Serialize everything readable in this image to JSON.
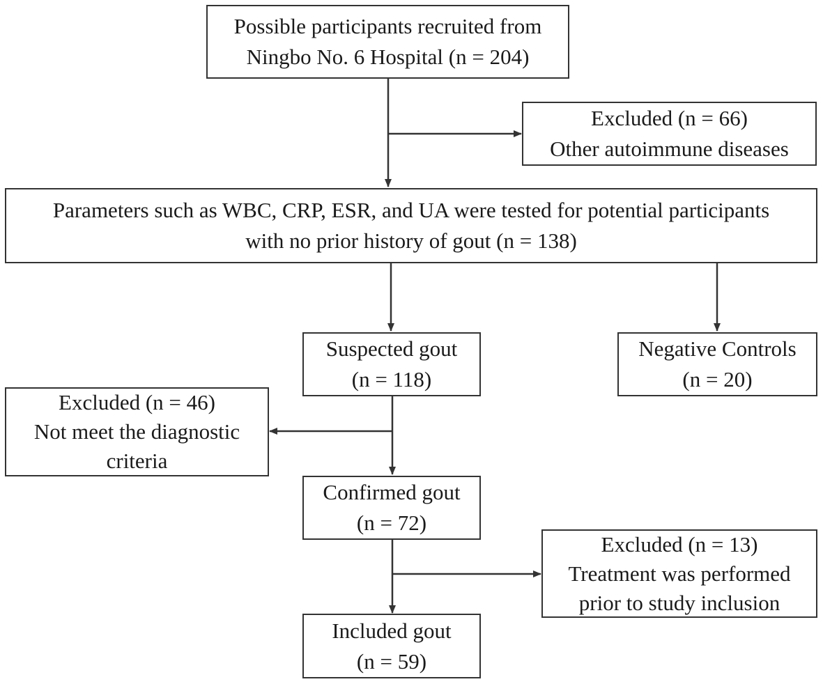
{
  "diagram": {
    "colors": {
      "line": "#333333",
      "border": "#333333",
      "text": "#1a1a1a",
      "background": "#ffffff"
    },
    "boxes": {
      "recruited": {
        "line1": "Possible participants recruited from",
        "line2": "Ningbo No. 6 Hospital (n = 204)"
      },
      "excluded_autoimmune": {
        "line1": "Excluded (n = 66)",
        "line2": "Other autoimmune diseases"
      },
      "tested": {
        "line1": "Parameters such as WBC, CRP, ESR, and UA were tested for potential participants",
        "line2": "with no prior history of gout (n = 138)"
      },
      "suspected": {
        "line1": "Suspected gout",
        "line2": "(n = 118)"
      },
      "negative_controls": {
        "line1": "Negative Controls",
        "line2": "(n = 20)"
      },
      "excluded_diagnostic": {
        "line1": "Excluded (n = 46)",
        "line2": "Not meet the diagnostic",
        "line3": "criteria"
      },
      "confirmed": {
        "line1": "Confirmed gout",
        "line2": "(n = 72)"
      },
      "excluded_treatment": {
        "line1": "Excluded (n = 13)",
        "line2": "Treatment was performed",
        "line3": "prior to study inclusion"
      },
      "included": {
        "line1": "Included gout",
        "line2": "(n = 59)"
      }
    }
  }
}
